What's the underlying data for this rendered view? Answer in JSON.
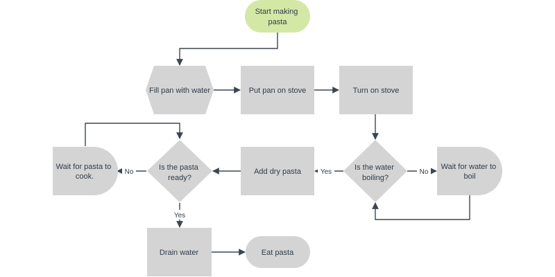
{
  "nodes": {
    "start": "Start making pasta",
    "fill_pan": "Fill pan with water",
    "put_pan": "Put pan on stove",
    "turn_on": "Turn on stove",
    "is_boiling": "Is the water boiling?",
    "wait_boil": "Wait for water to boil",
    "add_pasta": "Add dry pasta",
    "is_ready": "Is the pasta ready?",
    "wait_cook": "Wait for pasta to cook.",
    "drain": "Drain water",
    "eat": "Eat pasta"
  },
  "edge_labels": {
    "boiling_yes": "Yes",
    "boiling_no": "No",
    "ready_yes": "Yes",
    "ready_no": "No"
  },
  "colors": {
    "start_fill": "#d4e8a6",
    "node_fill": "#d4d4d4",
    "edge": "#3b4650",
    "text": "#2f3b47"
  }
}
